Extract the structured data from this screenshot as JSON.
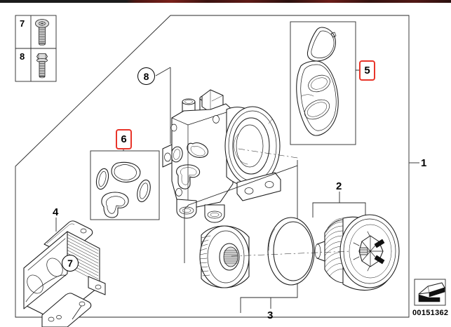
{
  "diagram": {
    "title": "Oil filter housing / oil cooler exploded parts diagram",
    "diagram_id": "00151362",
    "line_color": "#1a1a1a",
    "highlight_color": "#e8352a",
    "background_color": "#ffffff"
  },
  "legend": {
    "rows": [
      {
        "number": "7",
        "icon": "torx-head-bolt-icon"
      },
      {
        "number": "8",
        "icon": "hex-head-bolt-icon"
      }
    ]
  },
  "callouts": [
    {
      "id": "1",
      "label": "1",
      "style": "plain",
      "part": "oil-filter-housing-assembly"
    },
    {
      "id": "2",
      "label": "2",
      "style": "plain",
      "part": "oil-filter-cover-cap"
    },
    {
      "id": "3",
      "label": "3",
      "style": "plain",
      "part": "oil-filter-element-with-gasket"
    },
    {
      "id": "4",
      "label": "4",
      "style": "plain",
      "part": "oil-cooler"
    },
    {
      "id": "5",
      "label": "5",
      "style": "highlighted",
      "part": "gasket-set-housing-to-block"
    },
    {
      "id": "6",
      "label": "6",
      "style": "highlighted",
      "part": "seal-o-ring-set"
    },
    {
      "id": "7",
      "label": "7",
      "style": "circled",
      "part": "bolt-torx"
    },
    {
      "id": "8",
      "label": "8",
      "style": "circled",
      "part": "bolt-hex"
    }
  ],
  "footer": {
    "arrow_icon": "orientation-arrow-icon",
    "number": "00151362"
  }
}
